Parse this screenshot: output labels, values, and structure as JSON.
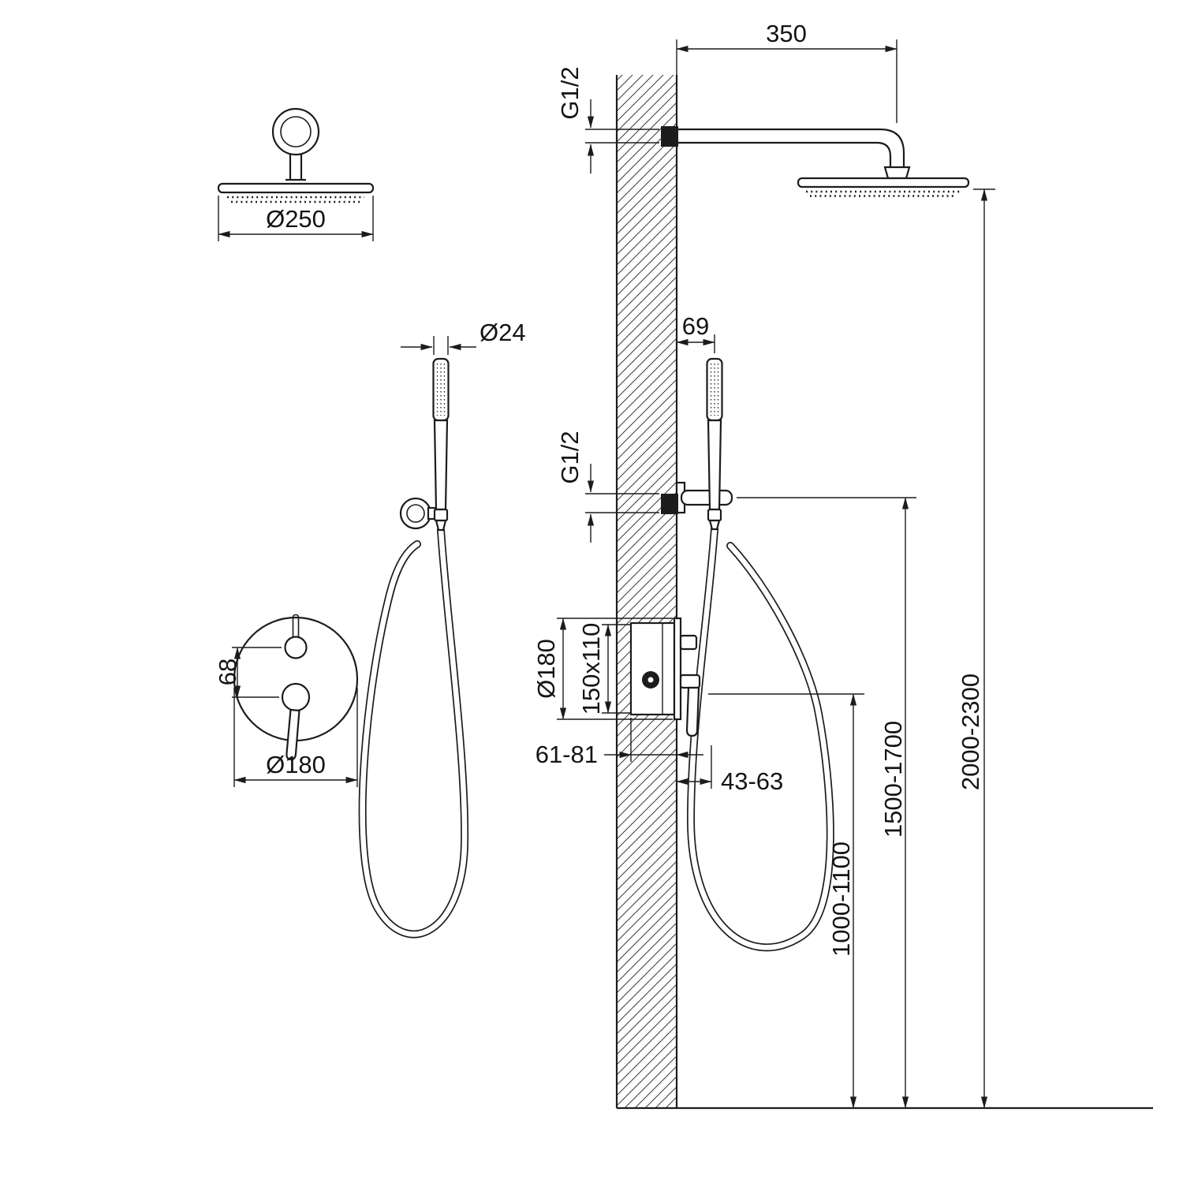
{
  "diagram": {
    "kind": "shower-system-installation-dimension-drawing",
    "background": "#ffffff",
    "line_color": "#1c1c1c"
  },
  "dims": {
    "front_head_dia": "Ø250",
    "hand_dia": "Ø24",
    "handle_spacing": "68",
    "plate_dia_front": "Ø180",
    "arm_length": "350",
    "thread_top": "G1/2",
    "hand_offset": "69",
    "thread_hand": "G1/2",
    "plate_dia_side": "Ø180",
    "box_size": "150x110",
    "embed_depth": "61-81",
    "projection": "43-63",
    "valve_height": "1000-1100",
    "holder_height": "1500-1700",
    "head_height": "2000-2300"
  }
}
